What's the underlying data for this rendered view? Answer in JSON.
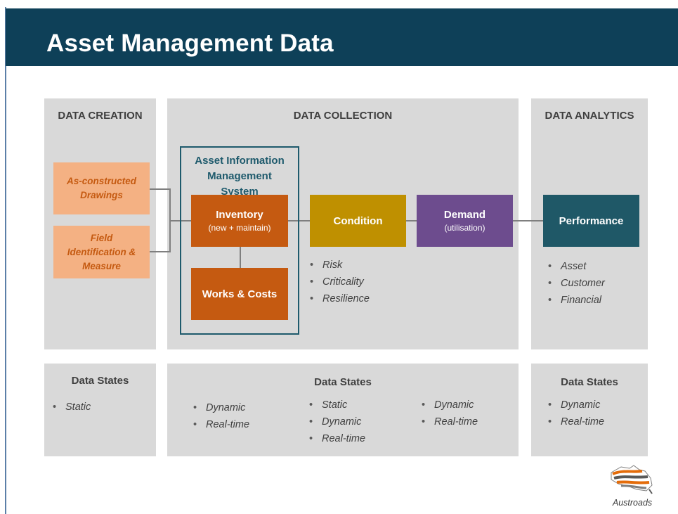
{
  "header": {
    "title": "Asset Management Data"
  },
  "columns": {
    "creation": {
      "title": "DATA CREATION"
    },
    "collection": {
      "title": "DATA COLLECTION"
    },
    "analytics": {
      "title": "DATA ANALYTICS"
    }
  },
  "creation_boxes": [
    {
      "label": "As-constructed Drawings"
    },
    {
      "label": "Field Identification & Measure"
    }
  ],
  "aims": {
    "title": "Asset Information Management System"
  },
  "boxes": {
    "inventory": {
      "main": "Inventory",
      "sub": "(new + maintain)",
      "color": "#c55a11"
    },
    "works": {
      "main": "Works & Costs",
      "color": "#c55a11"
    },
    "condition": {
      "main": "Condition",
      "color": "#bf9000"
    },
    "demand": {
      "main": "Demand",
      "sub": "(utilisation)",
      "color": "#6d4c8e"
    },
    "performance": {
      "main": "Performance",
      "color": "#1f5867"
    }
  },
  "condition_bullets": [
    "Risk",
    "Criticality",
    "Resilience"
  ],
  "performance_bullets": [
    "Asset",
    "Customer",
    "Financial"
  ],
  "states": {
    "creation": {
      "title": "Data States",
      "items": [
        "Static"
      ]
    },
    "collection": {
      "title": "Data States",
      "col1": [
        "Dynamic",
        "Real-time"
      ],
      "col2": [
        "Static",
        "Dynamic",
        "Real-time"
      ],
      "col3": [
        "Dynamic",
        "Real-time"
      ]
    },
    "analytics": {
      "title": "Data States",
      "items": [
        "Dynamic",
        "Real-time"
      ]
    }
  },
  "logo": {
    "text": "Austroads"
  },
  "colors": {
    "header": "#0e4058",
    "panel": "#d9d9d9",
    "orange_light": "#f4b183",
    "aims_border": "#1e5a6c"
  }
}
